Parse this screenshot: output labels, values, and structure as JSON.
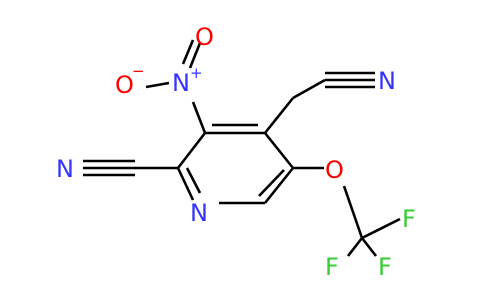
{
  "molecule": {
    "atoms": {
      "nitro_n": "N",
      "nitro_n_charge": "+",
      "nitro_o_top": "O",
      "nitro_o_left": "O",
      "nitro_o_charge": "−",
      "nitrile_n_left": "N",
      "ring_n": "N",
      "nitrile_n_right": "N",
      "ether_o": "O",
      "f_top": "F",
      "f_left": "F",
      "f_right": "F"
    },
    "colors": {
      "carbon_bond": "#000000",
      "nitrogen": "#3333ff",
      "oxygen": "#ff0000",
      "fluorine": "#33cc33"
    }
  }
}
